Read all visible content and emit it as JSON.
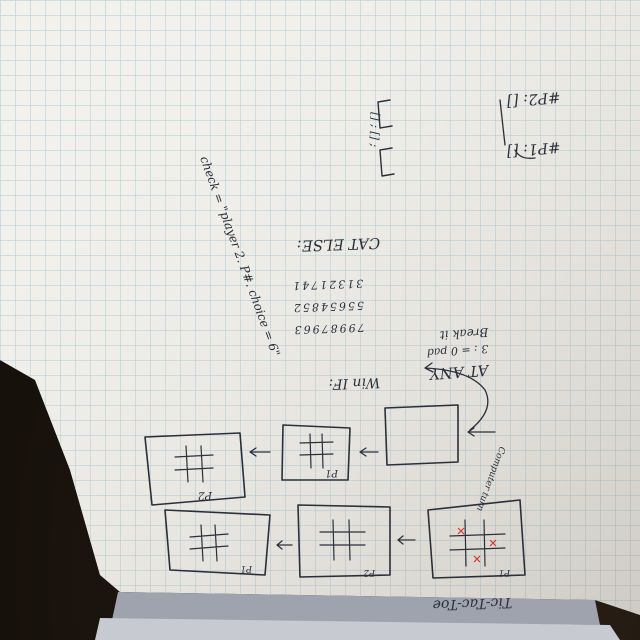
{
  "image": {
    "description_tags": [
      "photo",
      "graph-paper",
      "handwritten-sketch",
      "tic-tac-toe-flow"
    ]
  },
  "notes": {
    "title": "Tic-Tac-Toe",
    "p1_label": "P1",
    "p2_label": "P2",
    "p1_array": "#P1: []",
    "p2_array": "#P2: []",
    "bracket_list": "[] ; [] ;",
    "check": "check = \"player 2. P#. choice = 6\"",
    "cat_else": "CAT ELSE:",
    "at_any": "AT ANY",
    "break_it": "Break it",
    "zero_pad": "3 : = 0 pad",
    "win_if": "Win IF:",
    "checking": "check",
    "computer_turn": "Computer turn",
    "win_rows": [
      [
        "1",
        "2",
        "3"
      ],
      [
        "4",
        "5",
        "6"
      ],
      [
        "7",
        "8",
        "9"
      ],
      [
        "1",
        "4",
        "7"
      ],
      [
        "2",
        "5",
        "8"
      ],
      [
        "3",
        "6",
        "9"
      ],
      [
        "1",
        "5",
        "9"
      ],
      [
        "3",
        "5",
        "7"
      ]
    ]
  }
}
